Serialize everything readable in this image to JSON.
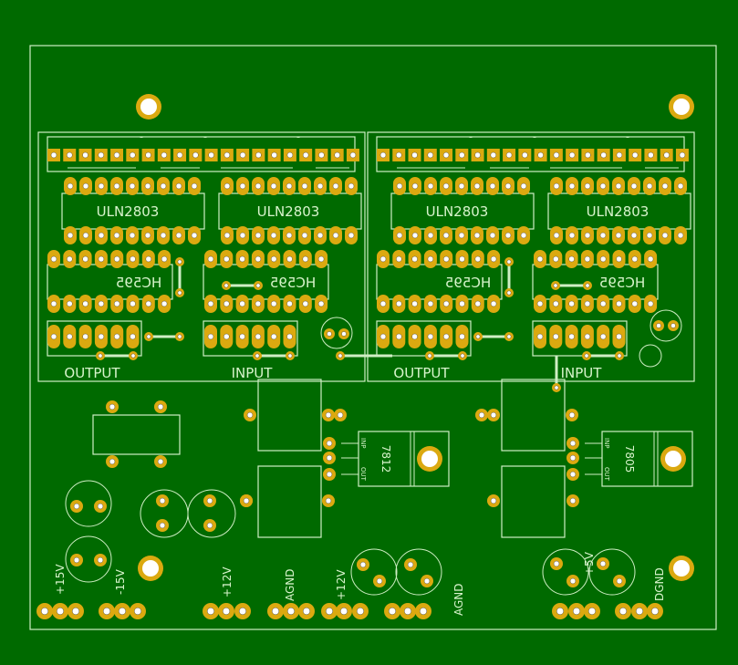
{
  "board": {
    "background_color": "#006a00",
    "pad_color": "#dba910",
    "silkscreen_color": "#cfeec4"
  },
  "modules": [
    {
      "driver_1": "ULN2803",
      "driver_2": "ULN2803",
      "shift_1": "HC595",
      "shift_2": "HC595",
      "output_label": "OUTPUT",
      "input_label": "INPUT"
    },
    {
      "driver_1": "ULN2803",
      "driver_2": "ULN2803",
      "shift_1": "HC595",
      "shift_2": "HC595",
      "output_label": "OUTPUT",
      "input_label": "INPUT"
    }
  ],
  "regulators": [
    {
      "part": "7812",
      "inp": "INP",
      "out": "OUT"
    },
    {
      "part": "7805",
      "inp": "INP",
      "out": "OUT"
    }
  ],
  "power_labels": {
    "p15v": "+15V",
    "m15v": "-15V",
    "p12v_a": "+12V",
    "agnd_a": "AGND",
    "p12v_b": "+12V",
    "agnd_b": "AGND",
    "p5v": "+5V",
    "dgnd": "DGND"
  }
}
